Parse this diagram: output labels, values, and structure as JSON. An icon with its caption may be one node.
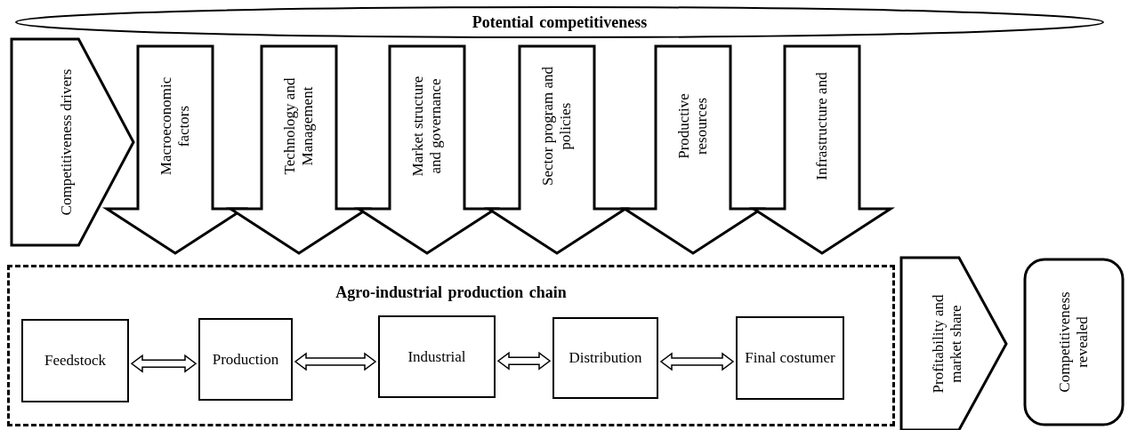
{
  "diagram": {
    "nodes": [
      {
        "text": [
          "Potential competitiveness"
        ]
      },
      {
        "text": [
          "Competitiveness drivers"
        ]
      },
      {
        "text": [
          "Macroeconomic factors"
        ]
      },
      {
        "text": [
          "Technology and Management"
        ]
      },
      {
        "text": [
          "Market structure and governance"
        ]
      },
      {
        "text": [
          "Sector program and policies"
        ]
      },
      {
        "text": [
          "Productive resources"
        ]
      },
      {
        "text": [
          "Infrastructure and"
        ]
      },
      {
        "text": [
          "Agro-industrial production chain"
        ]
      },
      {
        "text": [
          "Feedstock"
        ],
        "in": 8
      },
      {
        "text": [
          "Production"
        ],
        "in": 8
      },
      {
        "text": [
          "Industrial"
        ],
        "in": 8
      },
      {
        "text": [
          "Distribution"
        ],
        "in": 8
      },
      {
        "text": [
          "Final costumer"
        ],
        "in": 8
      },
      {
        "text": [
          "Profitability and market share"
        ]
      },
      {
        "text": [
          "Competitiveness revealed"
        ]
      }
    ],
    "edges": [
      {
        "from": 9,
        "to": 10,
        "arrow": "both"
      },
      {
        "from": 10,
        "to": 11,
        "arrow": "both"
      },
      {
        "from": 11,
        "to": 12,
        "arrow": "both"
      },
      {
        "from": 12,
        "to": 13,
        "arrow": "both"
      }
    ]
  }
}
